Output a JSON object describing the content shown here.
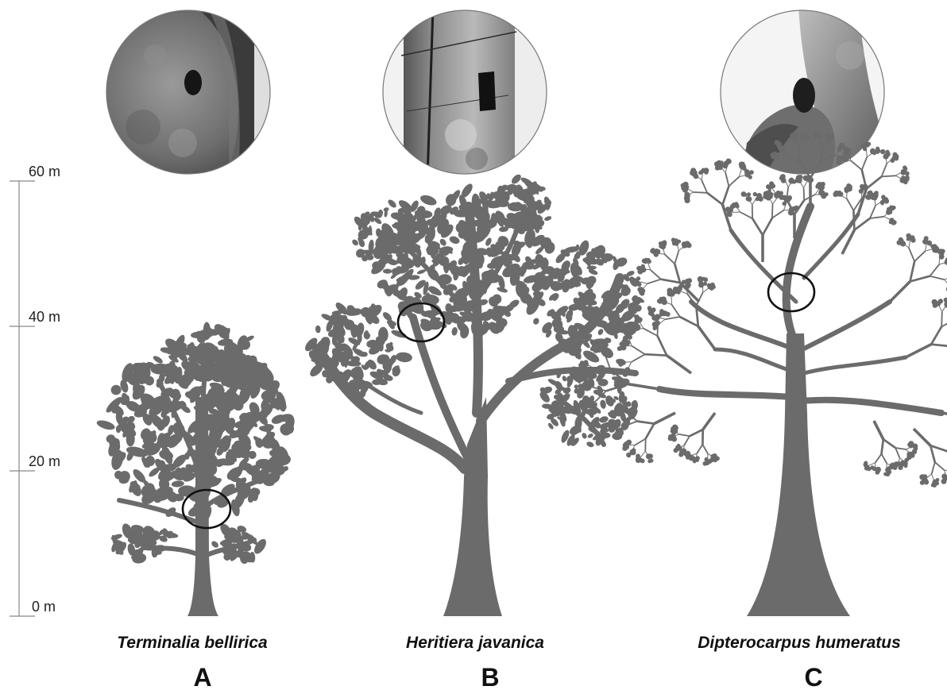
{
  "scale": {
    "ticks": [
      {
        "label": "60 m",
        "value": 60
      },
      {
        "label": "40 m",
        "value": 40
      },
      {
        "label": "20 m",
        "value": 20
      },
      {
        "label": "0 m",
        "value": 0
      }
    ]
  },
  "panels": [
    {
      "letter": "A",
      "species": "Terminalia bellirica",
      "tree_height_m": 40
    },
    {
      "letter": "B",
      "species": "Heritiera javanica",
      "tree_height_m": 60
    },
    {
      "letter": "C",
      "species": "Dipterocarpus humeratus",
      "tree_height_m": 58
    }
  ],
  "colors": {
    "tree": "#6b6b6b",
    "scale_line": "#888888",
    "marker_ring": "#111111",
    "photo_border": "#777777"
  }
}
